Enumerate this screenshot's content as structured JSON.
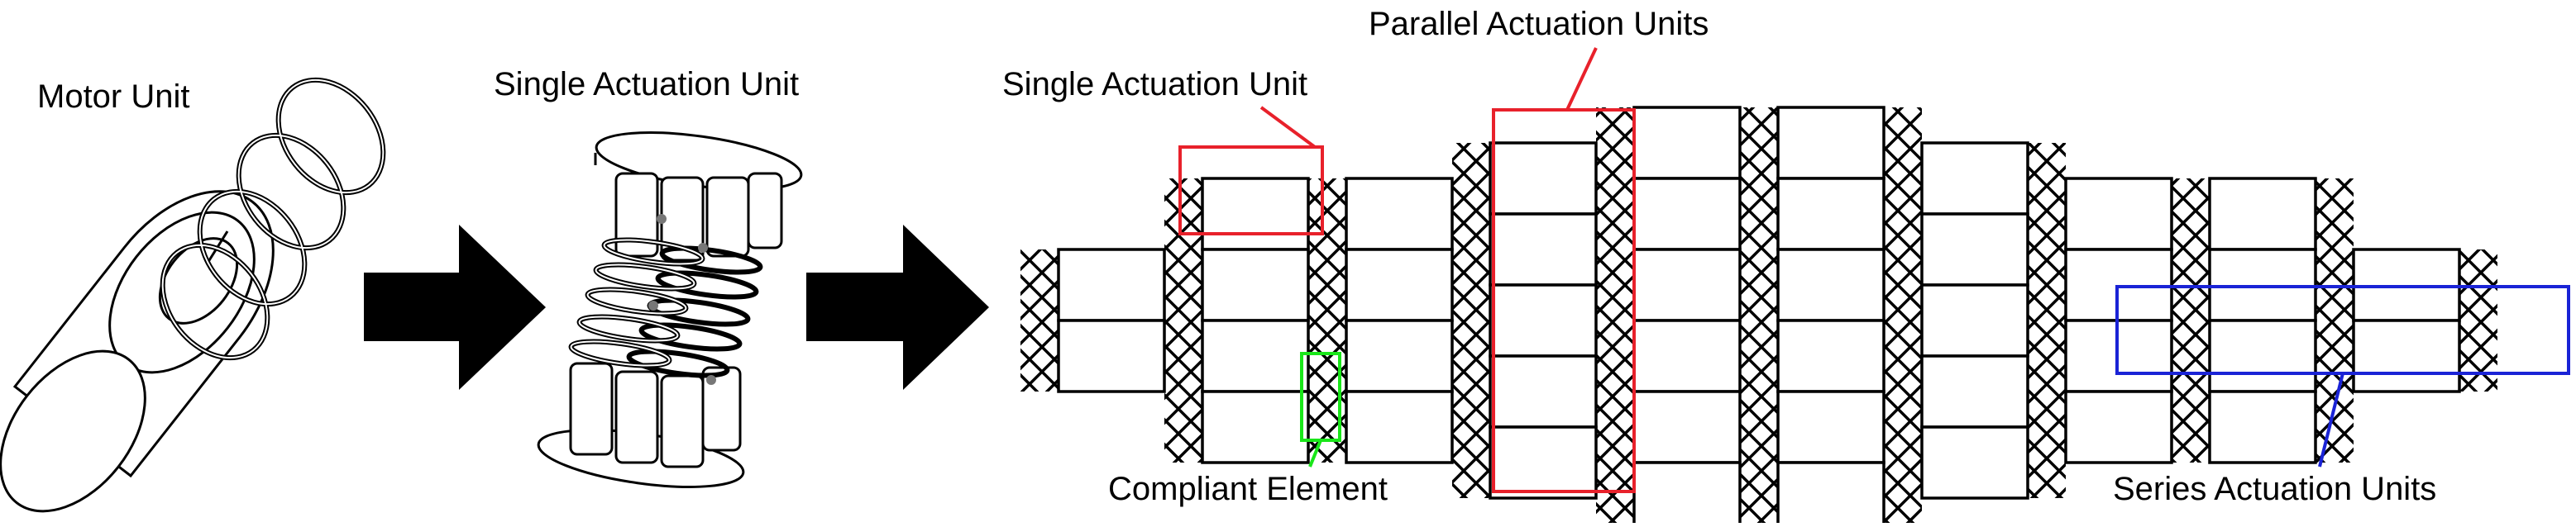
{
  "labels": {
    "motor_unit": "Motor Unit",
    "single_unit_top": "Single Actuation Unit",
    "single_unit_callout": "Single Actuation Unit",
    "parallel_units": "Parallel Actuation Units",
    "compliant_element": "Compliant Element",
    "series_units": "Series Actuation Units"
  },
  "colors": {
    "stroke": "#000000",
    "single_highlight": "#e8212b",
    "parallel_highlight": "#e8212b",
    "compliant_highlight": "#19e619",
    "series_highlight": "#1a23d6"
  },
  "array": {
    "column_heights": [
      2,
      4,
      4,
      5,
      6,
      6,
      5,
      4,
      4,
      2
    ]
  }
}
